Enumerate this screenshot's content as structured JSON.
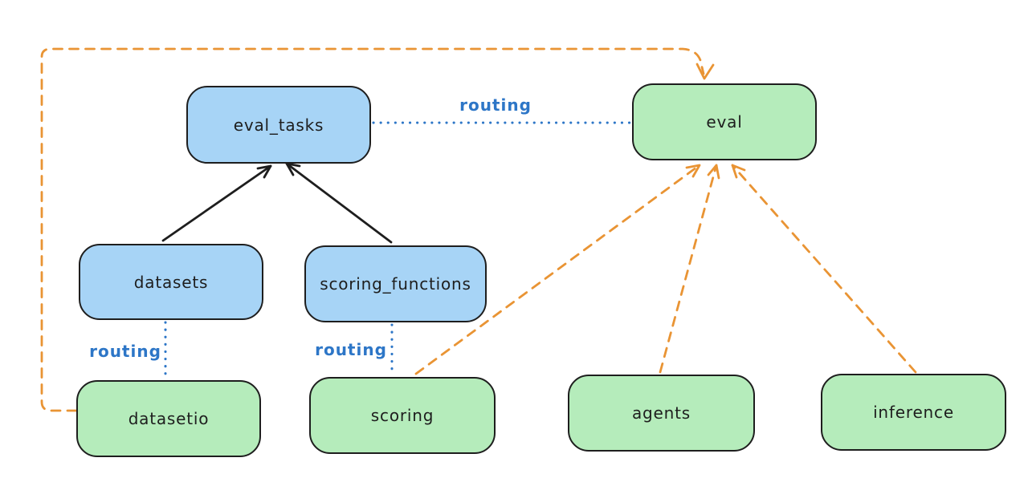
{
  "diagram": {
    "nodes": {
      "eval_tasks": {
        "label": "eval_tasks",
        "fill": "#a7d4f6"
      },
      "eval": {
        "label": "eval",
        "fill": "#b5ecbb"
      },
      "datasets": {
        "label": "datasets",
        "fill": "#a7d4f6"
      },
      "scoring_functions": {
        "label": "scoring_functions",
        "fill": "#a7d4f6"
      },
      "datasetio": {
        "label": "datasetio",
        "fill": "#b5ecbb"
      },
      "scoring": {
        "label": "scoring",
        "fill": "#b5ecbb"
      },
      "agents": {
        "label": "agents",
        "fill": "#b5ecbb"
      },
      "inference": {
        "label": "inference",
        "fill": "#b5ecbb"
      }
    },
    "edge_labels": {
      "routing_top": "routing",
      "routing_datasets": "routing",
      "routing_scoring": "routing"
    },
    "edges": [
      {
        "from": "datasets",
        "to": "eval_tasks",
        "style": "solid-arrow"
      },
      {
        "from": "scoring_functions",
        "to": "eval_tasks",
        "style": "solid-arrow"
      },
      {
        "from": "eval_tasks",
        "to": "eval",
        "style": "dotted",
        "label": "routing"
      },
      {
        "from": "datasets",
        "to": "datasetio",
        "style": "dotted",
        "label": "routing"
      },
      {
        "from": "scoring_functions",
        "to": "scoring",
        "style": "dotted",
        "label": "routing"
      },
      {
        "from": "datasetio",
        "to": "eval",
        "style": "dashed-arrow"
      },
      {
        "from": "scoring",
        "to": "eval",
        "style": "dashed-arrow"
      },
      {
        "from": "agents",
        "to": "eval",
        "style": "dashed-arrow"
      },
      {
        "from": "inference",
        "to": "eval",
        "style": "dashed-arrow"
      }
    ],
    "colors": {
      "canvas_bg": "#ffffff",
      "node_stroke": "#1e1e1e",
      "blue_fill": "#a7d4f6",
      "green_fill": "#b5ecbb",
      "black_edge": "#1e1e1e",
      "orange_edge": "#e99434",
      "routing_blue": "#2d76c7"
    }
  }
}
